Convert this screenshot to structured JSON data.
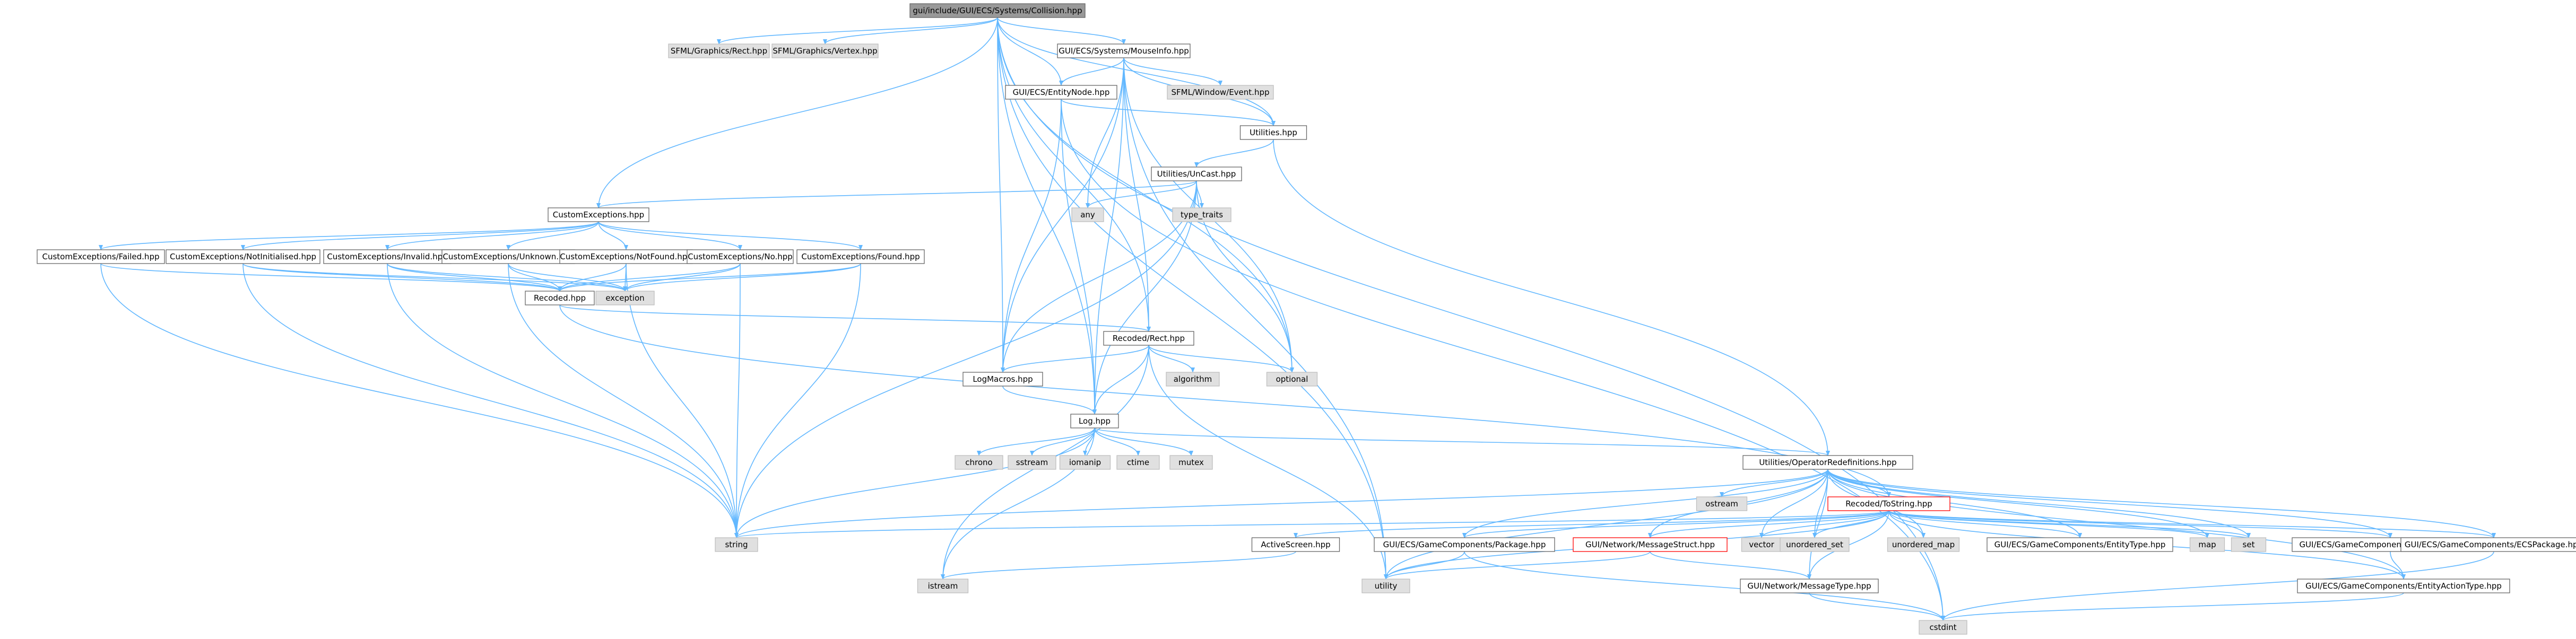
{
  "colors": {
    "root_fill": "#999999",
    "white_fill": "#ffffff",
    "gray_fill": "#e0e0e0",
    "red_stroke": "#ff0000",
    "node_stroke": "#666666",
    "edge": "#63b8ff"
  },
  "nodes": [
    {
      "id": "root",
      "label": "gui/include/GUI/ECS/Systems/Collision.hpp",
      "style": "root"
    },
    {
      "id": "sfml_rect",
      "label": "SFML/Graphics/Rect.hpp",
      "style": "gray"
    },
    {
      "id": "sfml_vertex",
      "label": "SFML/Graphics/Vertex.hpp",
      "style": "gray"
    },
    {
      "id": "mouseinfo",
      "label": "GUI/ECS/Systems/MouseInfo.hpp",
      "style": "white"
    },
    {
      "id": "sfml_window",
      "label": "SFML/Window/Event.hpp",
      "style": "gray"
    },
    {
      "id": "entitynode",
      "label": "GUI/ECS/EntityNode.hpp",
      "style": "white"
    },
    {
      "id": "utilities",
      "label": "Utilities.hpp",
      "style": "white"
    },
    {
      "id": "unicast",
      "label": "Utilities/UnCast.hpp",
      "style": "white"
    },
    {
      "id": "any",
      "label": "any",
      "style": "gray"
    },
    {
      "id": "type_traits",
      "label": "type_traits",
      "style": "gray"
    },
    {
      "id": "customexc",
      "label": "CustomExceptions.hpp",
      "style": "white"
    },
    {
      "id": "ce_failed",
      "label": "CustomExceptions/Failed.hpp",
      "style": "white"
    },
    {
      "id": "ce_notinit",
      "label": "CustomExceptions/NotInitialised.hpp",
      "style": "white"
    },
    {
      "id": "ce_invalid",
      "label": "CustomExceptions/Invalid.hpp",
      "style": "white"
    },
    {
      "id": "ce_unknown",
      "label": "CustomExceptions/Unknown.hpp",
      "style": "white"
    },
    {
      "id": "ce_notfound",
      "label": "CustomExceptions/NotFound.hpp",
      "style": "white"
    },
    {
      "id": "ce_no",
      "label": "CustomExceptions/No.hpp",
      "style": "white"
    },
    {
      "id": "ce_found",
      "label": "CustomExceptions/Found.hpp",
      "style": "white"
    },
    {
      "id": "exception",
      "label": "exception",
      "style": "gray"
    },
    {
      "id": "recoded",
      "label": "Recoded.hpp",
      "style": "white"
    },
    {
      "id": "recoded_rect",
      "label": "Recoded/Rect.hpp",
      "style": "white"
    },
    {
      "id": "optional",
      "label": "optional",
      "style": "gray"
    },
    {
      "id": "algorithm",
      "label": "algorithm",
      "style": "gray"
    },
    {
      "id": "logmacros",
      "label": "LogMacros.hpp",
      "style": "white"
    },
    {
      "id": "log",
      "label": "Log.hpp",
      "style": "white"
    },
    {
      "id": "chrono",
      "label": "chrono",
      "style": "gray"
    },
    {
      "id": "sstream",
      "label": "sstream",
      "style": "gray"
    },
    {
      "id": "iomanip",
      "label": "iomanip",
      "style": "gray"
    },
    {
      "id": "ctime",
      "label": "ctime",
      "style": "gray"
    },
    {
      "id": "mutex",
      "label": "mutex",
      "style": "gray"
    },
    {
      "id": "opredef",
      "label": "Utilities/OperatorRedefinitions.hpp",
      "style": "white"
    },
    {
      "id": "ostream",
      "label": "ostream",
      "style": "gray"
    },
    {
      "id": "tostring",
      "label": "Recoded/ToString.hpp",
      "style": "red"
    },
    {
      "id": "string",
      "label": "string",
      "style": "gray"
    },
    {
      "id": "activescreen",
      "label": "ActiveScreen.hpp",
      "style": "white"
    },
    {
      "id": "gc_package",
      "label": "GUI/ECS/GameComponents/Package.hpp",
      "style": "white"
    },
    {
      "id": "msgstruct",
      "label": "GUI/Network/MessageStruct.hpp",
      "style": "red"
    },
    {
      "id": "vector",
      "label": "vector",
      "style": "gray"
    },
    {
      "id": "unordered_set",
      "label": "unordered_set",
      "style": "gray"
    },
    {
      "id": "unordered_map",
      "label": "unordered_map",
      "style": "gray"
    },
    {
      "id": "gc_entitytype",
      "label": "GUI/ECS/GameComponents/EntityType.hpp",
      "style": "white"
    },
    {
      "id": "map",
      "label": "map",
      "style": "gray"
    },
    {
      "id": "set",
      "label": "set",
      "style": "gray"
    },
    {
      "id": "gc_entityactions",
      "label": "GUI/ECS/GameComponents/EntityActions.hpp",
      "style": "white"
    },
    {
      "id": "gc_ecspackage",
      "label": "GUI/ECS/GameComponents/ECSPackage.hpp",
      "style": "white"
    },
    {
      "id": "istream",
      "label": "istream",
      "style": "gray"
    },
    {
      "id": "utility",
      "label": "utility",
      "style": "gray"
    },
    {
      "id": "msgtype",
      "label": "GUI/Network/MessageType.hpp",
      "style": "white"
    },
    {
      "id": "gc_entityactiontype",
      "label": "GUI/ECS/GameComponents/EntityActionType.hpp",
      "style": "white"
    },
    {
      "id": "cstdint",
      "label": "cstdint",
      "style": "gray"
    }
  ],
  "edges": [
    [
      "root",
      "sfml_rect"
    ],
    [
      "root",
      "sfml_vertex"
    ],
    [
      "root",
      "mouseinfo"
    ],
    [
      "root",
      "entitynode"
    ],
    [
      "root",
      "utilities"
    ],
    [
      "root",
      "customexc"
    ],
    [
      "root",
      "recoded_rect"
    ],
    [
      "root",
      "logmacros"
    ],
    [
      "root",
      "log"
    ],
    [
      "root",
      "utility"
    ],
    [
      "root",
      "cstdint"
    ],
    [
      "root",
      "optional"
    ],
    [
      "mouseinfo",
      "sfml_window"
    ],
    [
      "mouseinfo",
      "entitynode"
    ],
    [
      "mouseinfo",
      "utilities"
    ],
    [
      "mouseinfo",
      "any"
    ],
    [
      "mouseinfo",
      "logmacros"
    ],
    [
      "mouseinfo",
      "log"
    ],
    [
      "mouseinfo",
      "optional"
    ],
    [
      "mouseinfo",
      "utility"
    ],
    [
      "mouseinfo",
      "recoded_rect"
    ],
    [
      "entitynode",
      "utilities"
    ],
    [
      "entitynode",
      "logmacros"
    ],
    [
      "entitynode",
      "log"
    ],
    [
      "entitynode",
      "cstdint"
    ],
    [
      "utilities",
      "unicast"
    ],
    [
      "utilities",
      "opredef"
    ],
    [
      "unicast",
      "customexc"
    ],
    [
      "unicast",
      "any"
    ],
    [
      "unicast",
      "type_traits"
    ],
    [
      "unicast",
      "optional"
    ],
    [
      "unicast",
      "logmacros"
    ],
    [
      "unicast",
      "log"
    ],
    [
      "unicast",
      "string"
    ],
    [
      "customexc",
      "ce_failed"
    ],
    [
      "customexc",
      "ce_notinit"
    ],
    [
      "customexc",
      "ce_invalid"
    ],
    [
      "customexc",
      "ce_unknown"
    ],
    [
      "customexc",
      "ce_notfound"
    ],
    [
      "customexc",
      "ce_no"
    ],
    [
      "customexc",
      "ce_found"
    ],
    [
      "ce_failed",
      "recoded"
    ],
    [
      "ce_failed",
      "string"
    ],
    [
      "ce_notinit",
      "recoded"
    ],
    [
      "ce_notinit",
      "exception"
    ],
    [
      "ce_notinit",
      "string"
    ],
    [
      "ce_invalid",
      "recoded"
    ],
    [
      "ce_invalid",
      "exception"
    ],
    [
      "ce_invalid",
      "string"
    ],
    [
      "ce_unknown",
      "recoded"
    ],
    [
      "ce_unknown",
      "exception"
    ],
    [
      "ce_unknown",
      "string"
    ],
    [
      "ce_notfound",
      "recoded"
    ],
    [
      "ce_notfound",
      "exception"
    ],
    [
      "ce_notfound",
      "string"
    ],
    [
      "ce_no",
      "recoded"
    ],
    [
      "ce_no",
      "exception"
    ],
    [
      "ce_no",
      "string"
    ],
    [
      "ce_found",
      "recoded"
    ],
    [
      "ce_found",
      "exception"
    ],
    [
      "ce_found",
      "string"
    ],
    [
      "recoded",
      "recoded_rect"
    ],
    [
      "recoded",
      "tostring"
    ],
    [
      "recoded_rect",
      "optional"
    ],
    [
      "recoded_rect",
      "algorithm"
    ],
    [
      "recoded_rect",
      "logmacros"
    ],
    [
      "recoded_rect",
      "log"
    ],
    [
      "recoded_rect",
      "utility"
    ],
    [
      "recoded_rect",
      "istream"
    ],
    [
      "logmacros",
      "log"
    ],
    [
      "log",
      "chrono"
    ],
    [
      "log",
      "sstream"
    ],
    [
      "log",
      "iomanip"
    ],
    [
      "log",
      "ctime"
    ],
    [
      "log",
      "mutex"
    ],
    [
      "log",
      "string"
    ],
    [
      "log",
      "opredef"
    ],
    [
      "log",
      "istream"
    ],
    [
      "opredef",
      "ostream"
    ],
    [
      "opredef",
      "tostring"
    ],
    [
      "opredef",
      "string"
    ],
    [
      "opredef",
      "vector"
    ],
    [
      "opredef",
      "unordered_set"
    ],
    [
      "opredef",
      "unordered_map"
    ],
    [
      "opredef",
      "map"
    ],
    [
      "opredef",
      "set"
    ],
    [
      "opredef",
      "utility"
    ],
    [
      "opredef",
      "gc_package"
    ],
    [
      "opredef",
      "msgstruct"
    ],
    [
      "opredef",
      "gc_entitytype"
    ],
    [
      "opredef",
      "gc_entityactions"
    ],
    [
      "opredef",
      "gc_ecspackage"
    ],
    [
      "opredef",
      "msgtype"
    ],
    [
      "opredef",
      "gc_entityactiontype"
    ],
    [
      "tostring",
      "string"
    ],
    [
      "tostring",
      "activescreen"
    ],
    [
      "tostring",
      "gc_package"
    ],
    [
      "tostring",
      "msgstruct"
    ],
    [
      "tostring",
      "vector"
    ],
    [
      "tostring",
      "unordered_set"
    ],
    [
      "tostring",
      "unordered_map"
    ],
    [
      "tostring",
      "gc_entitytype"
    ],
    [
      "tostring",
      "map"
    ],
    [
      "tostring",
      "set"
    ],
    [
      "tostring",
      "gc_entityactions"
    ],
    [
      "tostring",
      "gc_ecspackage"
    ],
    [
      "tostring",
      "utility"
    ],
    [
      "tostring",
      "msgtype"
    ],
    [
      "tostring",
      "gc_entityactiontype"
    ],
    [
      "activescreen",
      "istream"
    ],
    [
      "gc_package",
      "utility"
    ],
    [
      "gc_package",
      "cstdint"
    ],
    [
      "msgstruct",
      "utility"
    ],
    [
      "msgstruct",
      "msgtype"
    ],
    [
      "gc_entityactions",
      "gc_entityactiontype"
    ],
    [
      "gc_ecspackage",
      "cstdint"
    ],
    [
      "msgtype",
      "cstdint"
    ],
    [
      "gc_entityactiontype",
      "cstdint"
    ]
  ]
}
